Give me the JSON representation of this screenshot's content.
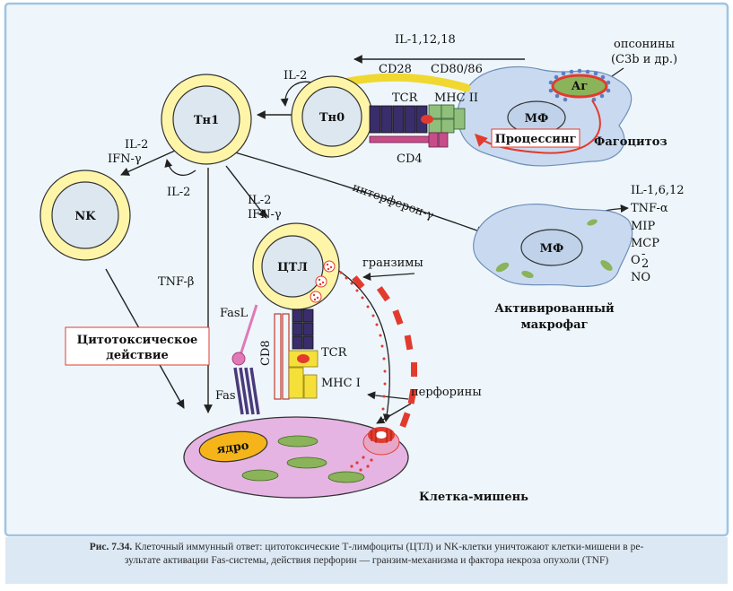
{
  "labels": {
    "il_1_12_18": "IL-1,12,18",
    "opsonins": "опсонины",
    "opsonins_2": "(C3b и др.)",
    "cd28": "CD28",
    "cd80_86": "CD80/86",
    "il2_th0": "IL-2",
    "ag": "Аг",
    "th1": "Тн1",
    "th0": "Тн0",
    "tcr_top": "TCR",
    "mhc2": "MHC II",
    "mf_top": "МФ",
    "processing": "Процессинг",
    "phagocytosis": "Фагоцитоз",
    "cd4": "CD4",
    "il2_nk": "IL-2",
    "ifn_nk": "IFN-γ",
    "nk": "NK",
    "il2_loop": "IL-2",
    "il2_ctl": "IL-2",
    "ifn_ctl": "IFN-γ",
    "interferon": "интерферон-γ",
    "il_1_6_12": "IL-1,6,12",
    "tnf_a": "TNF-α",
    "mip": "MIP",
    "mcp": "MCP",
    "o2": "O",
    "o2_sub": "2",
    "o2_sup": "-",
    "no": "NO",
    "mf_active": "МФ",
    "activated_1": "Активированный",
    "activated_2": "макрофаг",
    "ctl": "ЦТЛ",
    "granzymes": "гранзимы",
    "tnf_b": "TNF-β",
    "fasl": "FasL",
    "cd8": "CD8",
    "tcr_bottom": "TCR",
    "mhc1": "MHC I",
    "cytotoxic_1": "Цитотоксическое",
    "cytotoxic_2": "действие",
    "fas": "Fas",
    "perforins": "перфорины",
    "nucleus": "ядро",
    "target_cell": "Клетка-мишень"
  },
  "caption": {
    "number": "Рис. 7.34.",
    "line1": "Клеточный иммунный ответ: цитотоксические Т-лимфоциты (ЦТЛ) и NK-клетки уничтожают клетки-мишени в ре-",
    "line2": "зультате активации Fas-системы, действия перфорин — гранзим-механизма и фактора некроза опухоли (TNF)"
  },
  "colors": {
    "background": "#eef6fc",
    "frame": "#9fc4e2",
    "caption_bg": "#dce9f4",
    "cell_ring": "#fff5a8",
    "cell_core": "#dde7f0",
    "macrophage": "#c9daf0",
    "target_cell": "#e6b4e2",
    "nucleus": "#f5b51a",
    "red_accent": "#e23b2e",
    "green_organelle": "#8ab35a",
    "tcr": "#3a2d6b"
  },
  "icons": [
    "receptor-tcr",
    "receptor-mhc-ii",
    "receptor-cd4",
    "receptor-cd8",
    "receptor-mhc-i",
    "fas-ligand",
    "fas-receptor",
    "perforin-pore",
    "granules"
  ]
}
